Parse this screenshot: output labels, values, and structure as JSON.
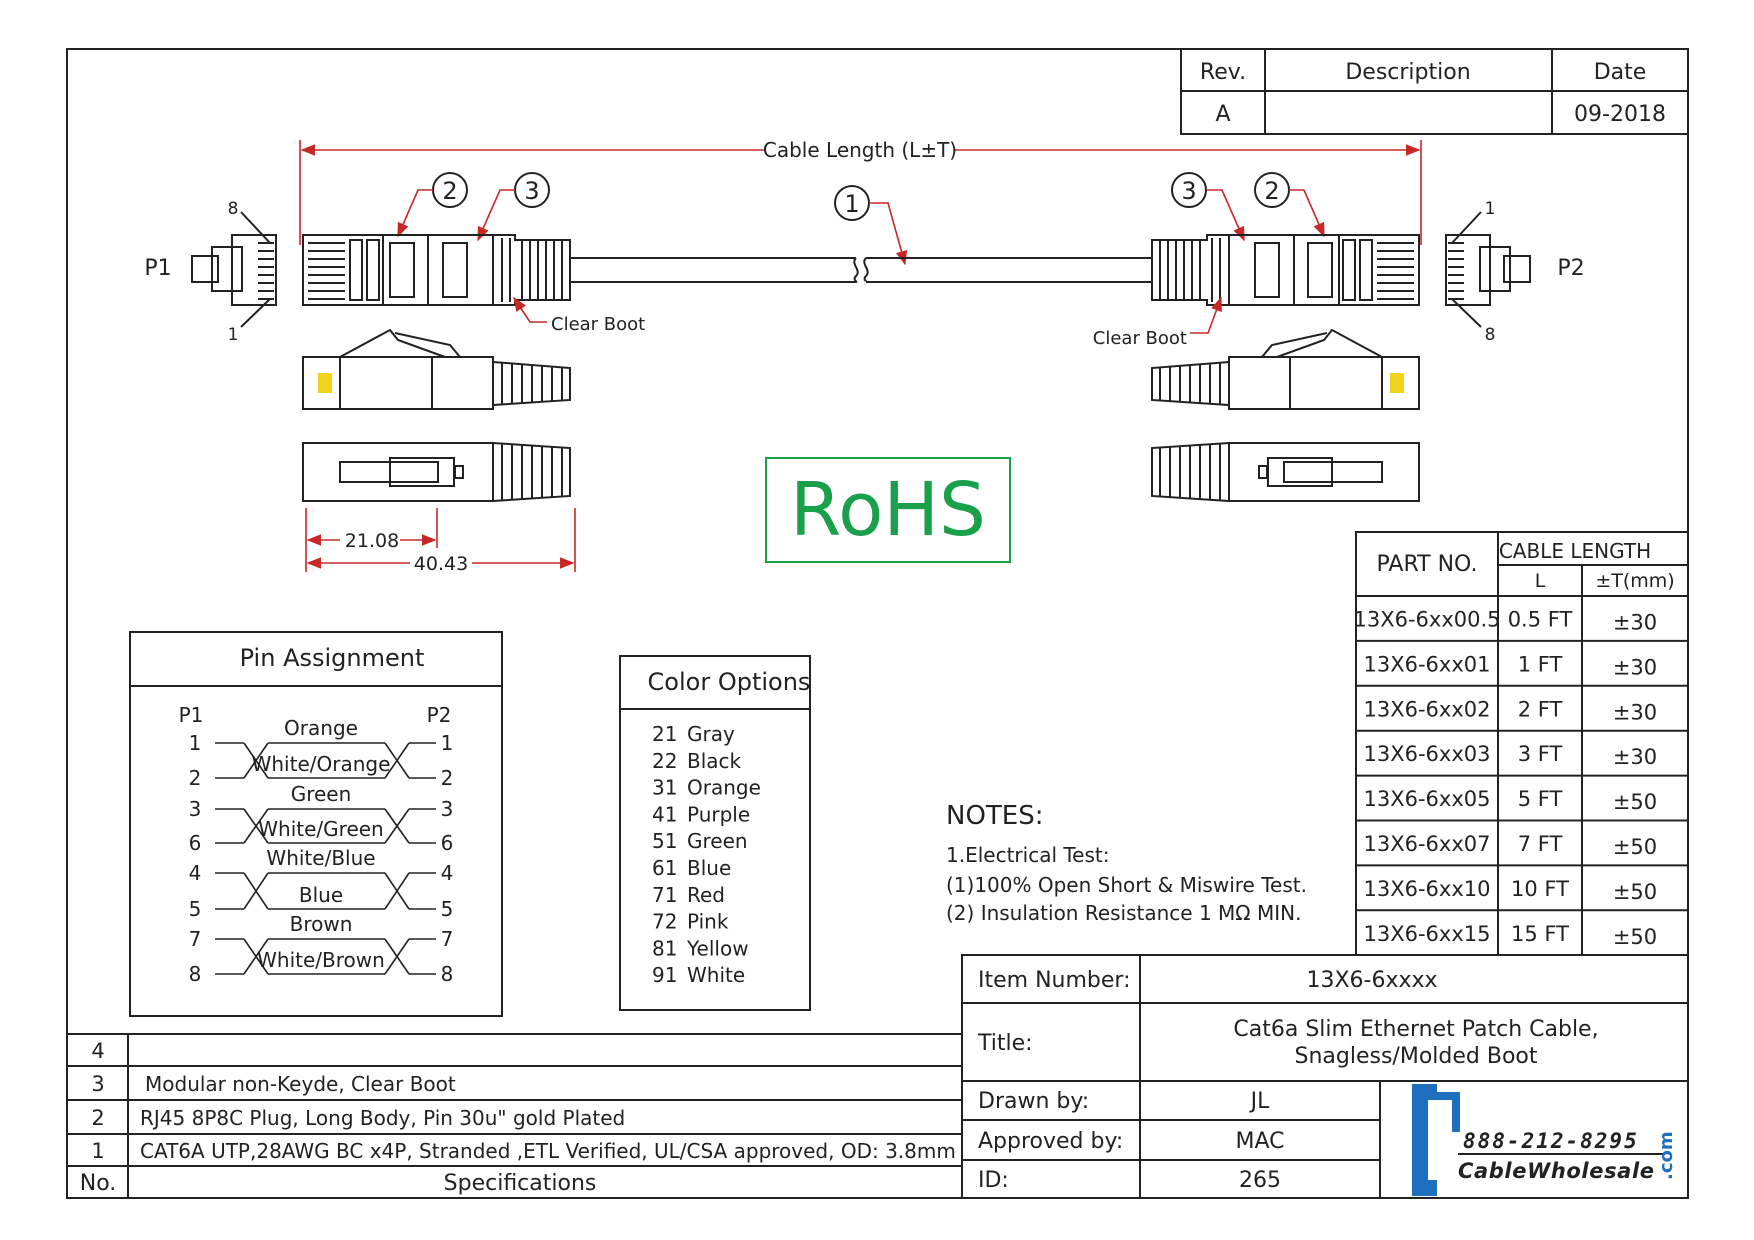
{
  "colors": {
    "accent_red": "#c62828",
    "rohs_green": "#1a9f4a",
    "logo_blue": "#1f6fc0",
    "line": "#222222"
  },
  "revision_table": {
    "headers": [
      "Rev.",
      "Description",
      "Date"
    ],
    "rows": [
      [
        "A",
        "",
        "09-2018"
      ]
    ]
  },
  "callouts": {
    "one": "1",
    "two": "2",
    "three": "3"
  },
  "drawing": {
    "cable_length_label": "Cable Length (L±T)",
    "p1": "P1",
    "p2": "P2",
    "pin8": "8",
    "pin1": "1",
    "clear_boot": "Clear Boot",
    "dim_short": "21.08",
    "dim_long": "40.43"
  },
  "rohs": "RoHS",
  "pin_assignment": {
    "title": "Pin Assignment",
    "p1": "P1",
    "p2": "P2",
    "pins_left": [
      "1",
      "2",
      "3",
      "6",
      "4",
      "5",
      "7",
      "8"
    ],
    "pins_right": [
      "1",
      "2",
      "3",
      "6",
      "4",
      "5",
      "7",
      "8"
    ],
    "pairs": [
      {
        "top": "Orange",
        "bottom": "White/Orange"
      },
      {
        "top": "Green",
        "bottom": "White/Green"
      },
      {
        "top": "White/Blue",
        "bottom": "Blue"
      },
      {
        "top": "Brown",
        "bottom": "White/Brown"
      }
    ]
  },
  "color_options": {
    "title": "Color Options",
    "items": [
      {
        "code": "21",
        "name": "Gray"
      },
      {
        "code": "22",
        "name": "Black"
      },
      {
        "code": "31",
        "name": "Orange"
      },
      {
        "code": "41",
        "name": "Purple"
      },
      {
        "code": "51",
        "name": "Green"
      },
      {
        "code": "61",
        "name": "Blue"
      },
      {
        "code": "71",
        "name": "Red"
      },
      {
        "code": "72",
        "name": "Pink"
      },
      {
        "code": "81",
        "name": "Yellow"
      },
      {
        "code": "91",
        "name": "White"
      }
    ]
  },
  "notes": {
    "title": "NOTES:",
    "lines": [
      "1.Electrical Test:",
      "(1)100% Open Short & Miswire Test.",
      "(2) Insulation Resistance 1 MΩ  MIN."
    ]
  },
  "parts_table": {
    "h_part": "PART NO.",
    "h_length": "CABLE LENGTH",
    "h_l": "L",
    "h_t": "±T(mm)",
    "rows": [
      {
        "part": "13X6-6xx00.5",
        "l": "0.5 FT",
        "t": "±30"
      },
      {
        "part": "13X6-6xx01",
        "l": "1 FT",
        "t": "±30"
      },
      {
        "part": "13X6-6xx02",
        "l": "2 FT",
        "t": "±30"
      },
      {
        "part": "13X6-6xx03",
        "l": "3 FT",
        "t": "±30"
      },
      {
        "part": "13X6-6xx05",
        "l": "5 FT",
        "t": "±50"
      },
      {
        "part": "13X6-6xx07",
        "l": "7 FT",
        "t": "±50"
      },
      {
        "part": "13X6-6xx10",
        "l": "10 FT",
        "t": "±50"
      },
      {
        "part": "13X6-6xx15",
        "l": "15 FT",
        "t": "±50"
      }
    ]
  },
  "title_block": {
    "item_label": "Item Number:",
    "item_value": "13X6-6xxxx",
    "title_label": "Title:",
    "title_line1": "Cat6a Slim Ethernet Patch Cable,",
    "title_line2": "Snagless/Molded Boot",
    "drawn_label": "Drawn by:",
    "drawn_value": "JL",
    "approved_label": "Approved by:",
    "approved_value": "MAC",
    "id_label": "ID:",
    "id_value": "265"
  },
  "logo": {
    "phone": "888-212-8295",
    "name": "CableWholesale",
    "suffix": ".com"
  },
  "specs_table": {
    "rows": [
      {
        "no": "4",
        "spec": ""
      },
      {
        "no": "3",
        "spec": "Modular non-Keyde, Clear Boot"
      },
      {
        "no": "2",
        "spec": "RJ45 8P8C  Plug, Long Body, Pin 30u\" gold Plated"
      },
      {
        "no": "1",
        "spec": "CAT6A UTP,28AWG BC x4P, Stranded ,ETL Verified, UL/CSA approved, OD: 3.8mm"
      }
    ],
    "h_no": "No.",
    "h_spec": "Specifications"
  }
}
